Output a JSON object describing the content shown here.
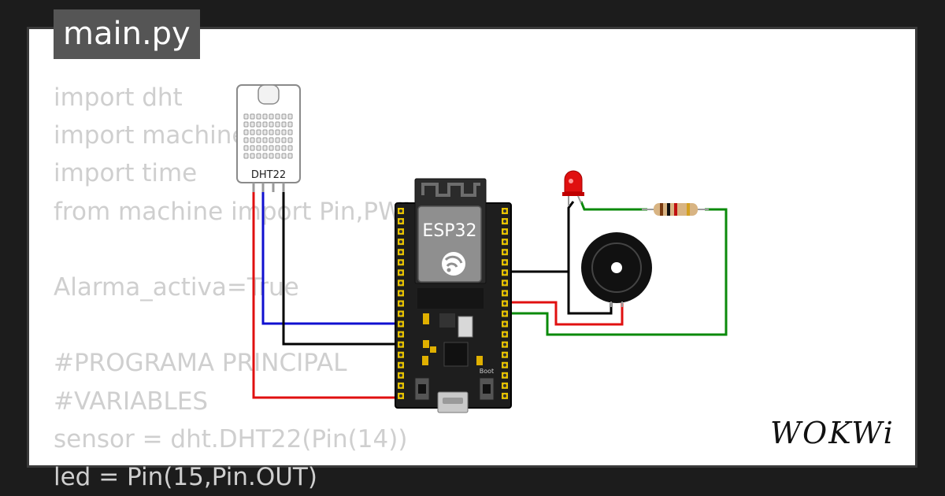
{
  "file_tab": {
    "label": "main.py"
  },
  "code_lines": [
    "import dht",
    "import machine",
    "import time",
    "from machine import Pin,PWM",
    "",
    "Alarma_activa=True",
    "",
    "#PROGRAMA PRINCIPAL",
    "#VARIABLES",
    "sensor = dht.DHT22(Pin(14))",
    "led = Pin(15,Pin.OUT)"
  ],
  "diagram": {
    "sensor_label": "DHT22",
    "board_label": "ESP32",
    "boot_label": "Boot",
    "wire_colors": {
      "red": "#e01010",
      "blue": "#1010d0",
      "black": "#000000",
      "green": "#0a8a0a"
    }
  },
  "brand": {
    "logo_text": "WOKWi"
  }
}
